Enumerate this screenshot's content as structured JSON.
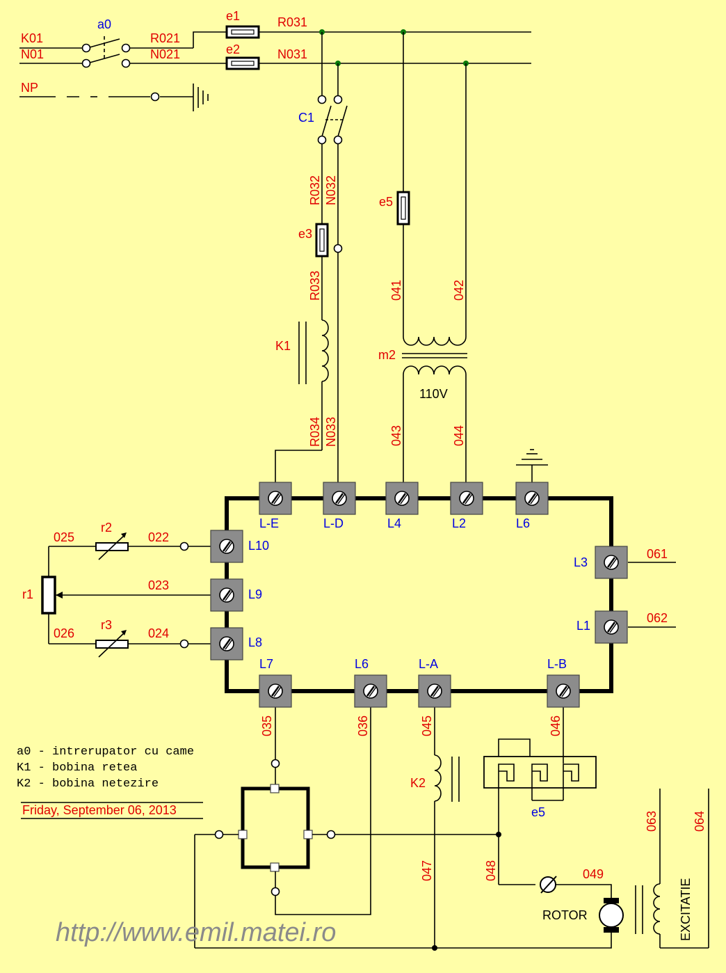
{
  "top": {
    "K01": "K01",
    "N01": "N01",
    "NP": "NP",
    "a0": "a0",
    "e1": "e1",
    "e2": "e2",
    "R021": "R021",
    "N021": "N021",
    "R031": "R031",
    "N031": "N031"
  },
  "contactor": {
    "C1": "C1",
    "R032": "R032",
    "N032": "N032",
    "e3": "e3",
    "R033": "R033",
    "K1": "K1",
    "R034": "R034",
    "N033": "N033"
  },
  "transformer": {
    "e5": "e5",
    "w041": "041",
    "w042": "042",
    "m2": "m2",
    "voltage": "110V",
    "w043": "043",
    "w044": "044"
  },
  "terminals_top": [
    "L-E",
    "L-D",
    "L4",
    "L2",
    "L6"
  ],
  "terminals_left": [
    "L10",
    "L9",
    "L8"
  ],
  "terminals_right": [
    "L3",
    "L1"
  ],
  "terminals_bottom": [
    "L7",
    "L6",
    "L-A",
    "L-B"
  ],
  "rheostats": {
    "r1": "r1",
    "r2": "r2",
    "r3": "r3",
    "w025": "025",
    "w022": "022",
    "w023": "023",
    "w026": "026",
    "w024": "024"
  },
  "right_wires": {
    "w061": "061",
    "w062": "062"
  },
  "bottom_wires": {
    "w035": "035",
    "w036": "036",
    "w045": "045",
    "w046": "046",
    "K2": "K2",
    "w047": "047",
    "w048": "048",
    "w049": "049",
    "e5b": "e5",
    "rotor": "ROTOR",
    "w063": "063",
    "w064": "064",
    "excitatie": "EXCITATIE"
  },
  "legend": [
    "a0 - intrerupator cu came",
    "K1 - bobina retea",
    "K2 - bobina netezire"
  ],
  "date": "Friday, September 06, 2013",
  "url": "http://www.emil.matei.ro",
  "colors": {
    "background": "#fffea8",
    "wire_label": "#e00000",
    "terminal_label": "#0000e0",
    "junction": "#0a7a0a"
  }
}
